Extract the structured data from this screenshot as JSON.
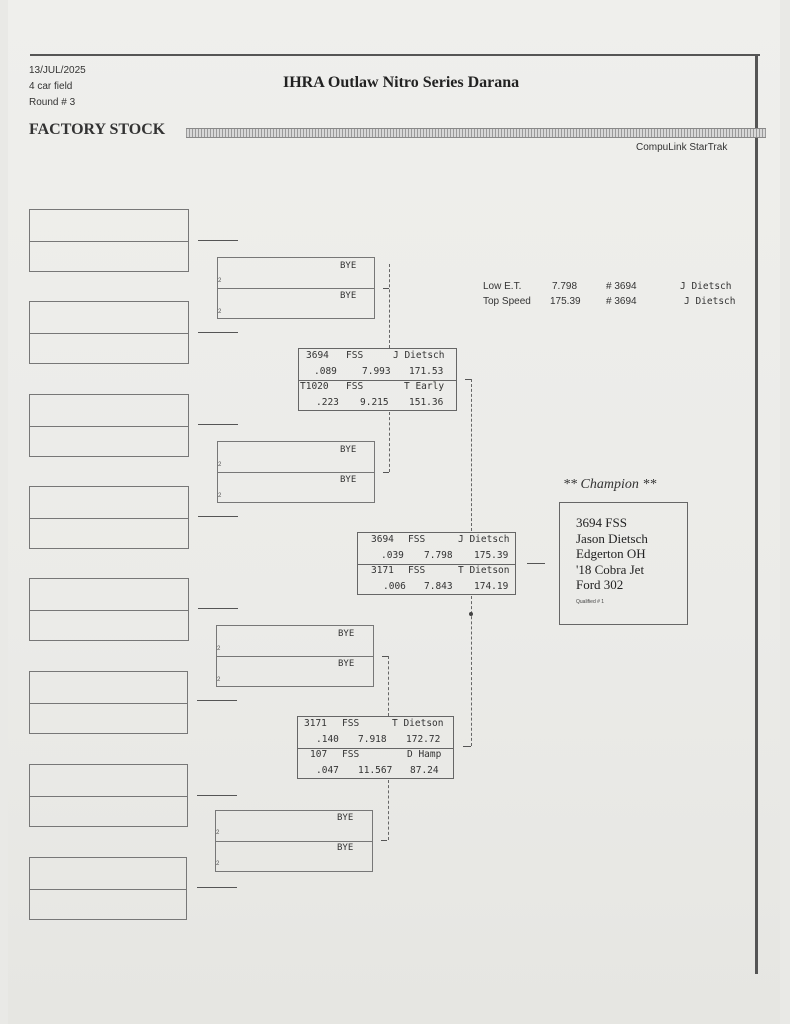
{
  "header": {
    "date": "13/JUL/2025",
    "field": "4 car field",
    "round": "Round # 3",
    "title": "IHRA Outlaw Nitro Series Darana",
    "class_name": "FACTORY STOCK",
    "software": "CompuLink StarTrak"
  },
  "stats": {
    "low_et_label": "Low  E.T.",
    "low_et_value": "7.798",
    "low_et_car": "# 3694",
    "low_et_driver": "J Dietsch",
    "top_speed_label": "Top Speed",
    "top_speed_value": "175.39",
    "top_speed_car": "# 3694",
    "top_speed_driver": "J Dietsch"
  },
  "round2": [
    {
      "top": "BYE",
      "bottom": "BYE",
      "seed": "2"
    },
    {
      "top": "BYE",
      "bottom": "BYE",
      "seed": "2"
    },
    {
      "top": "BYE",
      "bottom": "BYE",
      "seed": "2"
    },
    {
      "top": "BYE",
      "bottom": "BYE",
      "seed": "2"
    }
  ],
  "semis": [
    {
      "a": {
        "num": "3694",
        "cls": "FSS",
        "driver": "J Dietsch",
        "rt": ".089",
        "et": "7.993",
        "mph": "171.53"
      },
      "b": {
        "num": "T1020",
        "cls": "FSS",
        "driver": "T Early",
        "rt": ".223",
        "et": "9.215",
        "mph": "151.36"
      }
    },
    {
      "a": {
        "num": "3171",
        "cls": "FSS",
        "driver": "T Dietson",
        "rt": ".140",
        "et": "7.918",
        "mph": "172.72"
      },
      "b": {
        "num": "107",
        "cls": "FSS",
        "driver": "D Hamp",
        "rt": ".047",
        "et": "11.567",
        "mph": "87.24"
      }
    }
  ],
  "final": {
    "a": {
      "num": "3694",
      "cls": "FSS",
      "driver": "J Dietsch",
      "rt": ".039",
      "et": "7.798",
      "mph": "175.39"
    },
    "b": {
      "num": "3171",
      "cls": "FSS",
      "driver": "T Dietson",
      "rt": ".006",
      "et": "7.843",
      "mph": "174.19"
    }
  },
  "champion": {
    "heading": "** Champion **",
    "line1": "3694   FSS",
    "line2": "Jason Dietsch",
    "line3": "Edgerton OH",
    "line4": "'18 Cobra Jet",
    "line5": "Ford  302",
    "qualified": "Qualified # 1"
  }
}
